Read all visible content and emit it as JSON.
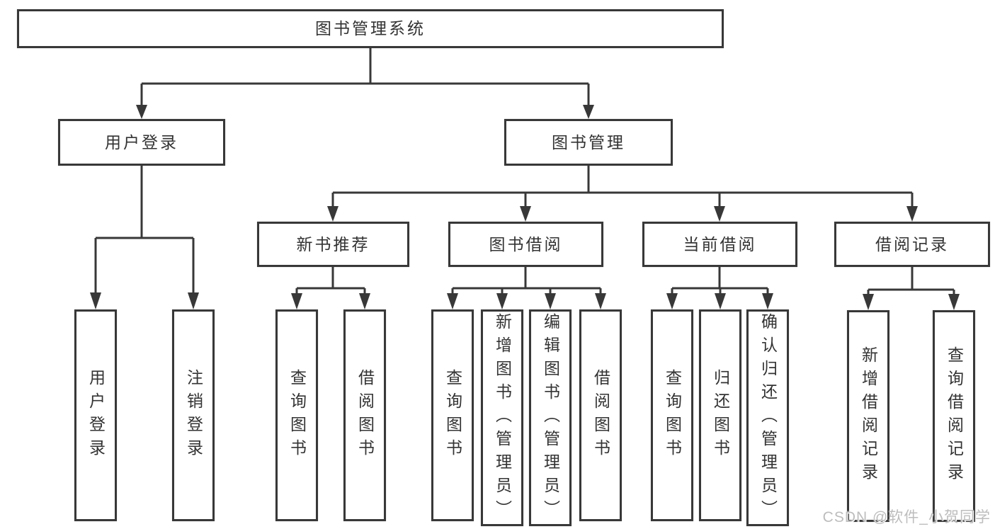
{
  "colors": {
    "line": "#383838",
    "box_border": "#383838",
    "text": "#333333",
    "watermark": "#bdbdbd",
    "background": "#ffffff"
  },
  "diagram": {
    "root": {
      "label": "图书管理系统"
    },
    "level2": [
      {
        "label": "用户登录"
      },
      {
        "label": "图书管理"
      }
    ],
    "level3": [
      {
        "label": "新书推荐",
        "parent": "图书管理"
      },
      {
        "label": "图书借阅",
        "parent": "图书管理"
      },
      {
        "label": "当前借阅",
        "parent": "图书管理"
      },
      {
        "label": "借阅记录",
        "parent": "图书管理"
      }
    ],
    "leaves": [
      {
        "label": "用户登录",
        "parent": "用户登录"
      },
      {
        "label": "注销登录",
        "parent": "用户登录"
      },
      {
        "label": "查询图书",
        "parent": "新书推荐"
      },
      {
        "label": "借阅图书",
        "parent": "新书推荐"
      },
      {
        "label": "查询图书",
        "parent": "图书借阅"
      },
      {
        "label": "新增图书（管理员）",
        "parent": "图书借阅"
      },
      {
        "label": "编辑图书（管理员）",
        "parent": "图书借阅"
      },
      {
        "label": "借阅图书",
        "parent": "图书借阅"
      },
      {
        "label": "查询图书",
        "parent": "当前借阅"
      },
      {
        "label": "归还图书",
        "parent": "当前借阅"
      },
      {
        "label": "确认归还（管理员）",
        "parent": "当前借阅"
      },
      {
        "label": "新增借阅记录",
        "parent": "借阅记录"
      },
      {
        "label": "查询借阅记录",
        "parent": "借阅记录"
      }
    ]
  },
  "watermark": {
    "text": "CSDN @软件_小贺同学"
  }
}
